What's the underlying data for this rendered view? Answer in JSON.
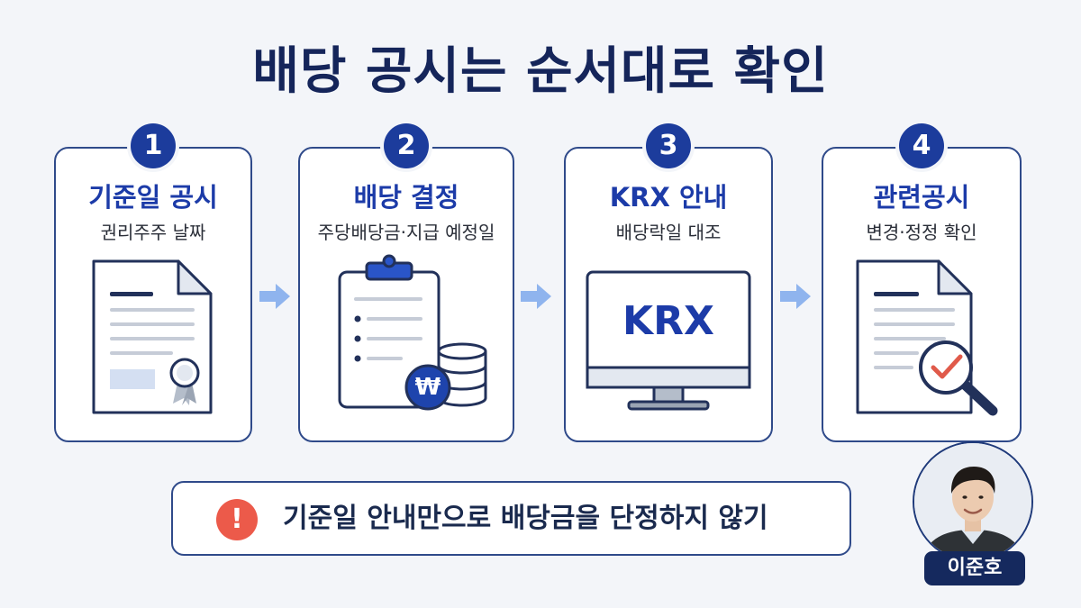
{
  "title": "배당 공시는 순서대로 확인",
  "steps": [
    {
      "number": "1",
      "title": "기준일 공시",
      "subtitle": "권리주주 날짜",
      "icon": "document-certificate-icon"
    },
    {
      "number": "2",
      "title": "배당 결정",
      "subtitle": "주당배당금·지급 예정일",
      "icon": "clipboard-won-coins-icon"
    },
    {
      "number": "3",
      "title": "KRX 안내",
      "subtitle": "배당락일 대조",
      "icon": "monitor-icon",
      "screen_text": "KRX"
    },
    {
      "number": "4",
      "title": "관련공시",
      "subtitle": "변경·정정 확인",
      "icon": "document-magnifier-check-icon"
    }
  ],
  "coin_symbol": "₩",
  "warning": {
    "icon": "exclamation-icon",
    "symbol": "!",
    "text": "기준일 안내만으로 배당금을 단정하지 않기"
  },
  "presenter": {
    "name": "이준호"
  },
  "colors": {
    "navy": "#15255a",
    "blue": "#1c3ba8",
    "border": "#2f4a8a",
    "arrow": "#8fb4ee",
    "alert": "#ec5a4a",
    "check": "#e05a4a"
  }
}
